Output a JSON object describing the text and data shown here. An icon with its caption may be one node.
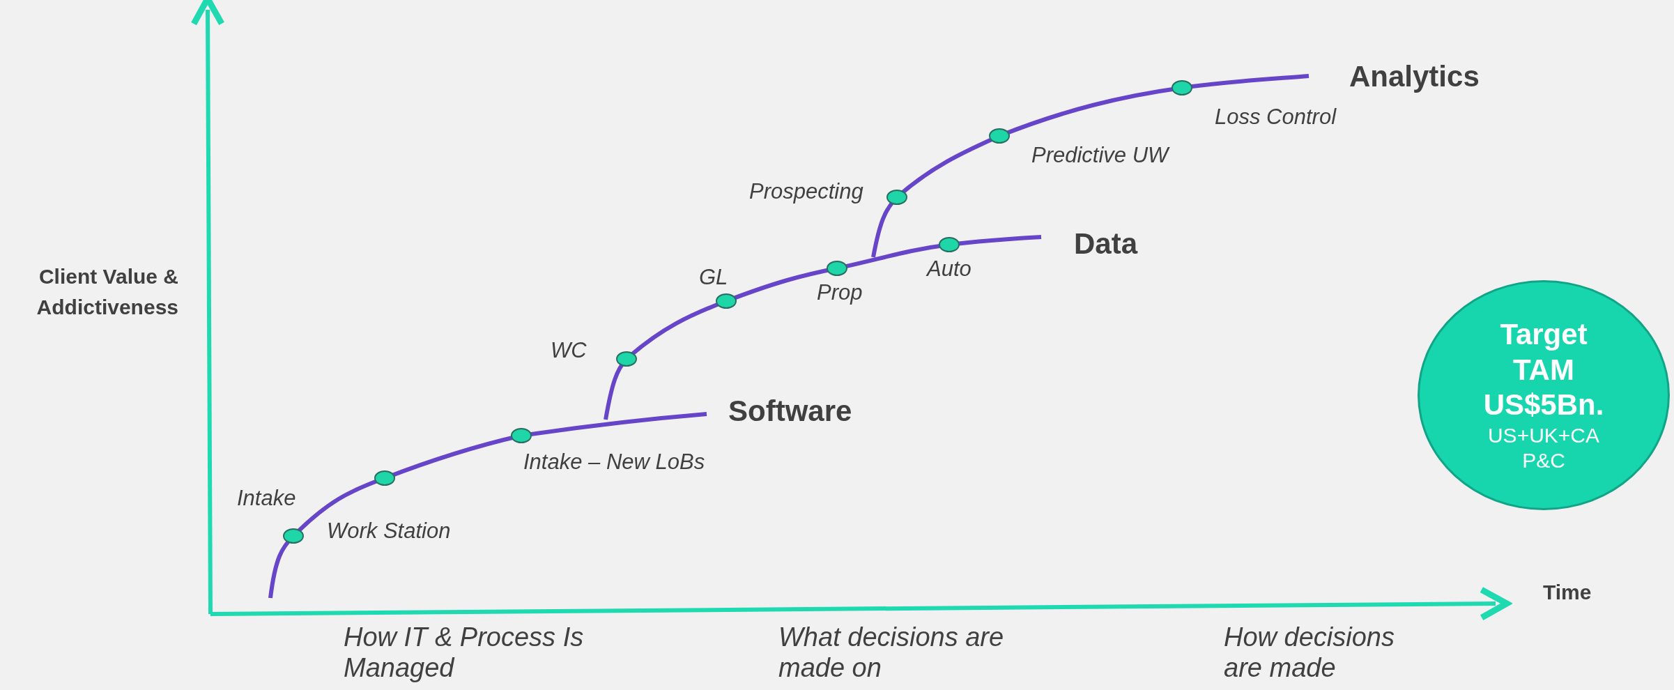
{
  "diagram": {
    "nodes": [
      {
        "text": [
          "Target TAM US$5Bn.",
          "US+UK+CA P&C"
        ]
      }
    ],
    "edges": [],
    "labels": [
      "Analytics",
      "Loss Control",
      "Predictive UW",
      "Prospecting",
      "Client Value & Addictiveness",
      "GL",
      "Data",
      "Auto",
      "Prop",
      "WC",
      "Software",
      "Intake",
      "Intake – New LoBs",
      "Work Station",
      "Time",
      "How IT & Process Is Managed",
      "What decisions are made on",
      "How decisions are made"
    ]
  }
}
